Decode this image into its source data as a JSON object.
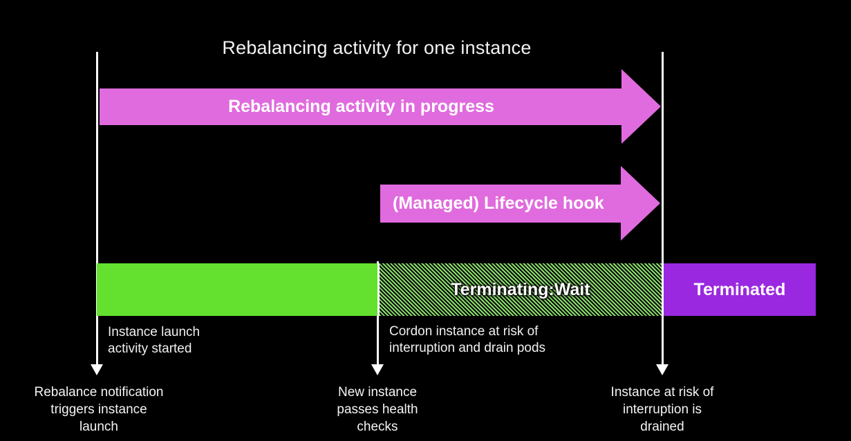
{
  "diagram": {
    "title": "Rebalancing activity for one instance",
    "background_color": "#000000",
    "accent_pink": "#e06bde",
    "accent_green": "#63e12e",
    "accent_purple": "#9a28e0",
    "rule_color": "#ffffff"
  },
  "arrows": [
    {
      "name": "rebalancing-activity-in-progress",
      "label": "Rebalancing activity in progress",
      "color": "#e06bde"
    },
    {
      "name": "managed-lifecycle-hook",
      "label": "(Managed) Lifecycle hook",
      "color": "#e06bde"
    }
  ],
  "states": [
    {
      "name": "in-service",
      "label": "",
      "style": "solid-green",
      "color": "#63e12e"
    },
    {
      "name": "terminating-wait",
      "label": "Terminating:Wait",
      "style": "hatched-green",
      "color": "#8ae06a"
    },
    {
      "name": "terminated",
      "label": "Terminated",
      "style": "solid-purple",
      "color": "#9a28e0"
    }
  ],
  "annotations": [
    {
      "name": "instance-launch-activity-started",
      "text": "Instance launch\nactivity started"
    },
    {
      "name": "cordon-instance-drain-pods",
      "text": "Cordon instance at risk of\ninterruption and drain pods"
    }
  ],
  "captions": [
    {
      "name": "rebalance-notification-triggers-instance-launch",
      "text": "Rebalance notification\ntriggers instance\nlaunch"
    },
    {
      "name": "new-instance-passes-health-checks",
      "text": "New instance\npasses health\nchecks"
    },
    {
      "name": "instance-at-risk-of-interruption-is-drained",
      "text": "Instance at risk of\ninterruption is\ndrained"
    }
  ]
}
